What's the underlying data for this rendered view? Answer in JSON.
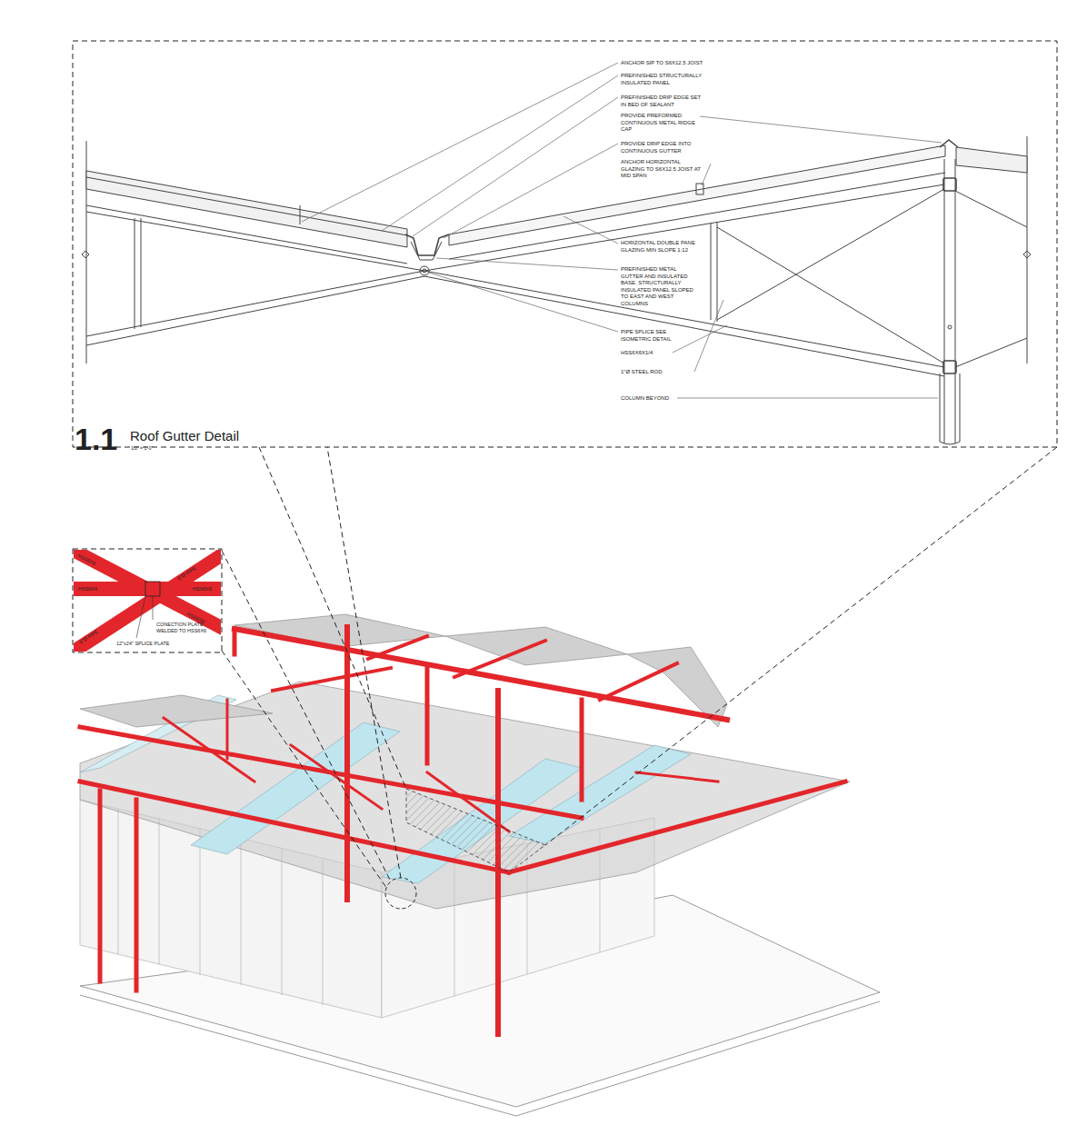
{
  "diagram": {
    "title": "Roof Gutter Detail",
    "labels": [
      "ANCHOR SIP TO S6X12.5 JOIST",
      "PREFINISHED STRUCTURALLY INSULATED PANEL",
      "PREFINISHED DRIP EDGE SET IN BED OF SEALANT",
      "PROVIDE PREFORMED CONTINUOUS METAL RIDGE CAP",
      "PROVIDE DRIP EDGE INTO CONTINUOUS GUTTER",
      "ANCHOR HORIZONTAL GLAZING TO S6X12.5 JOIST AT MID SPAN",
      "HORIZONTAL DOUBLE PANE GLAZING MIN SLOPE 1:12",
      "PREFINISHED METAL GUTTER AND INSULATED BASE. STRUCTURALLY INSULATED PANEL SLOPED TO EAST AND WEST COLUMNS",
      "PIPE SPLICE SEE ISOMETRIC DETAIL",
      "HSS6X6X1/4",
      "1\"Ø STEEL ROD",
      "COLUMN BEYOND",
      "1.1",
      "1/2\" = 1'-0\"",
      "HSS6X6",
      "HSS6X6",
      "HSS6X6",
      "HSS6X6",
      "6\"Ø PIPE",
      "6\"Ø PIPE",
      "CONECTION PLATE WELDED TO HSS6X6",
      "12\"x24\" SPLICE PLATE"
    ]
  }
}
